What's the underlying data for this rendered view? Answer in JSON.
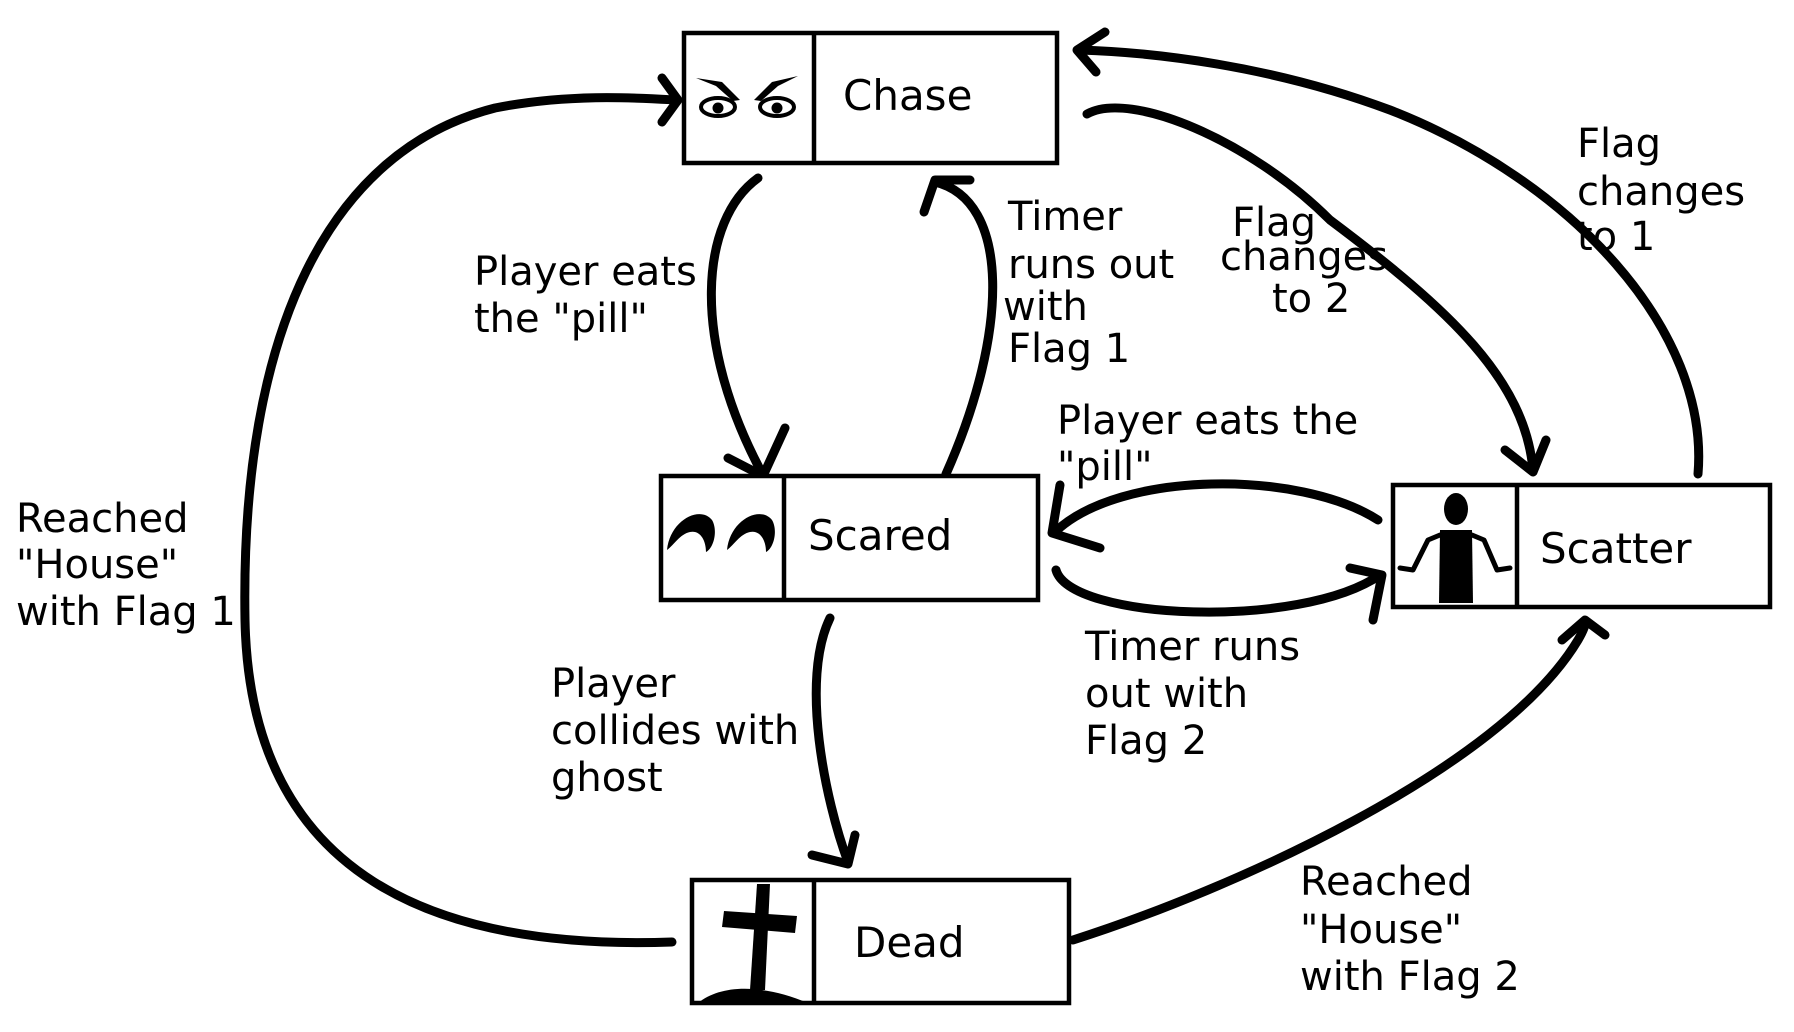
{
  "diagram": {
    "states": {
      "chase": {
        "label": "Chase",
        "icon": "angry-eyes-icon"
      },
      "scared": {
        "label": "Scared",
        "icon": "scared-eyes-icon"
      },
      "scatter": {
        "label": "Scatter",
        "icon": "shrugging-person-icon"
      },
      "dead": {
        "label": "Dead",
        "icon": "grave-cross-icon"
      }
    },
    "transitions": {
      "chase_to_scared": [
        "Player eats",
        "the \"pill\""
      ],
      "scared_to_chase": [
        "Timer",
        "runs out",
        "with",
        "Flag 1"
      ],
      "chase_to_scatter": [
        "Flag",
        "changes",
        "to 2"
      ],
      "scatter_to_chase": [
        "Flag",
        "changes",
        "to 1"
      ],
      "scatter_to_scared": [
        "Player eats the",
        "\"pill\""
      ],
      "scared_to_scatter": [
        "Timer runs",
        "out with",
        "Flag 2"
      ],
      "scared_to_dead": [
        "Player",
        "collides with",
        "ghost"
      ],
      "dead_to_chase": [
        "Reached",
        "\"House\"",
        "with Flag 1"
      ],
      "dead_to_scatter": [
        "Reached",
        "\"House\"",
        "with Flag 2"
      ]
    }
  }
}
